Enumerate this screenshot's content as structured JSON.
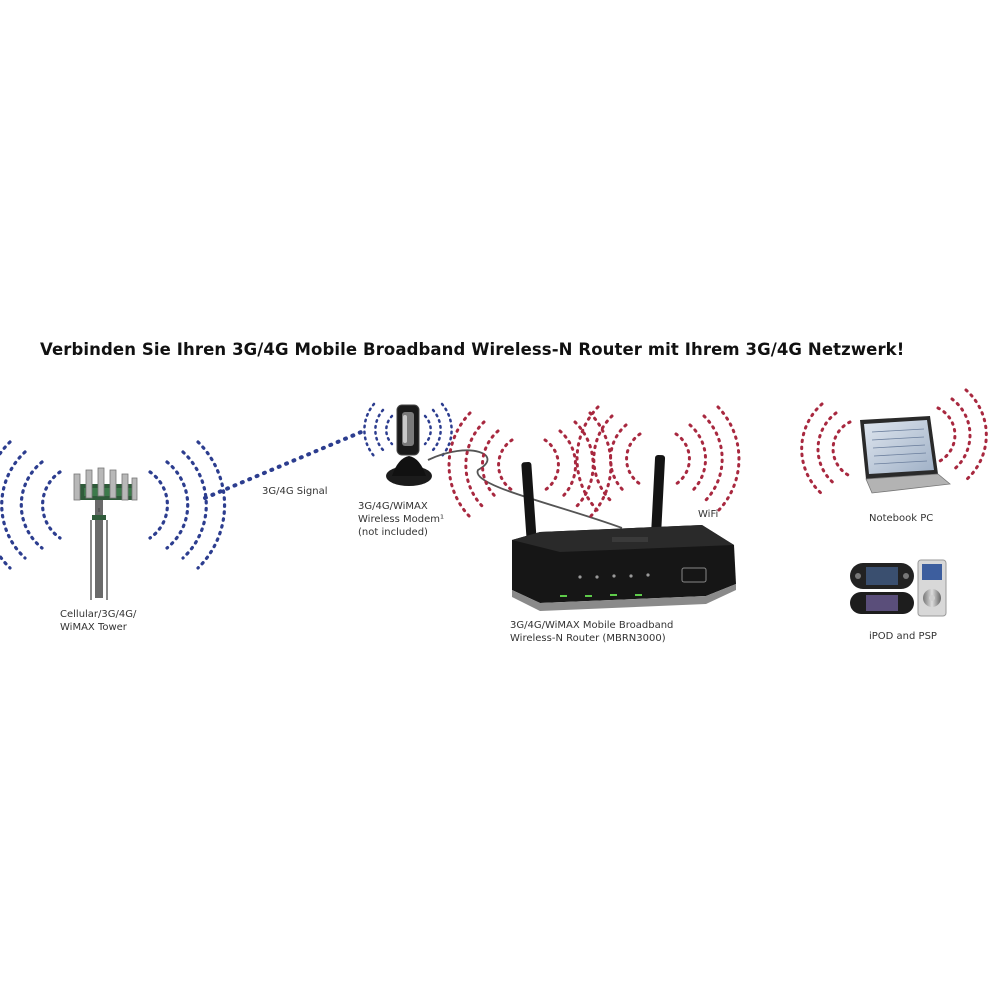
{
  "title": "Verbinden Sie Ihren 3G/4G Mobile Broadband Wireless-N Router mit Ihrem 3G/4G Netzwerk!",
  "labels": {
    "signal": "3G/4G Signal",
    "tower_line1": "Cellular/3G/4G/",
    "tower_line2": "WiMAX Tower",
    "modem_line1": "3G/4G/WiMAX",
    "modem_line2": "Wireless Modem¹",
    "modem_line3": "(not included)",
    "router_line1": "3G/4G/WiMAX Mobile Broadband",
    "router_line2": "Wireless-N Router (MBRN3000)",
    "wifi": "WiFi",
    "notebook": "Notebook PC",
    "ipod_psp": "iPOD and PSP"
  },
  "colors": {
    "cellular_wave": "#2c3d8f",
    "wifi_wave": "#a8283f",
    "router_body": "#161616"
  }
}
